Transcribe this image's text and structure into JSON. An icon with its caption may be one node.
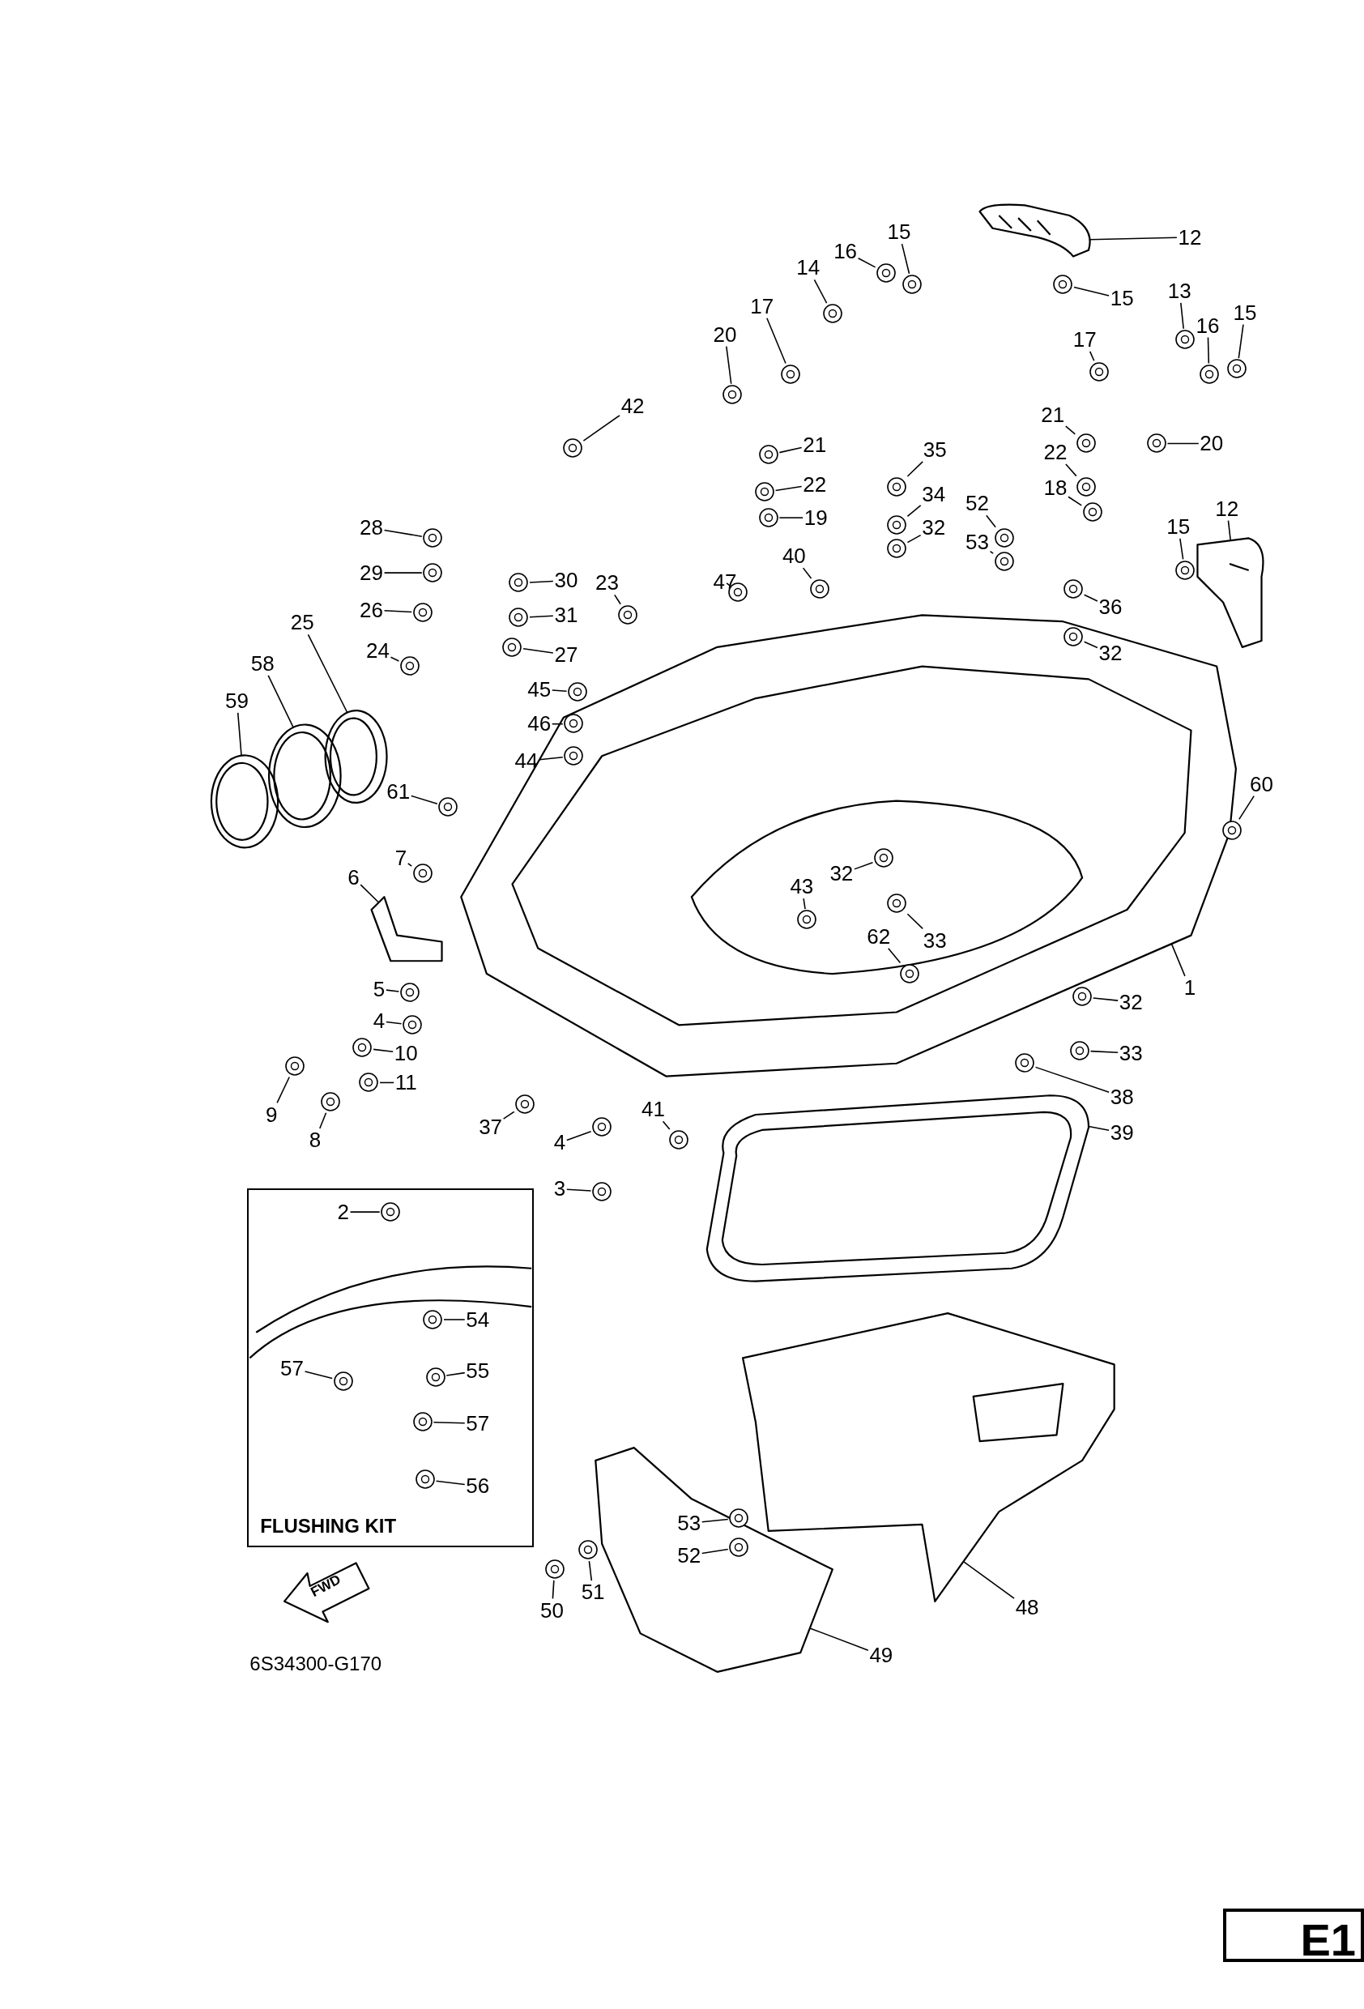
{
  "diagram": {
    "nodes": [
      {
        "text": [
          "12"
        ]
      },
      {
        "text": [
          "15"
        ]
      },
      {
        "text": [
          "16"
        ]
      },
      {
        "text": [
          "14"
        ]
      },
      {
        "text": [
          "17"
        ]
      },
      {
        "text": [
          "20"
        ]
      },
      {
        "text": [
          "15"
        ]
      },
      {
        "text": [
          "13"
        ]
      },
      {
        "text": [
          "16"
        ]
      },
      {
        "text": [
          "15"
        ]
      },
      {
        "text": [
          "17"
        ]
      },
      {
        "text": [
          "21"
        ]
      },
      {
        "text": [
          "20"
        ]
      },
      {
        "text": [
          "22"
        ]
      },
      {
        "text": [
          "18"
        ]
      },
      {
        "text": [
          "12"
        ]
      },
      {
        "text": [
          "15"
        ]
      },
      {
        "text": [
          "42"
        ]
      },
      {
        "text": [
          "21"
        ]
      },
      {
        "text": [
          "22"
        ]
      },
      {
        "text": [
          "19"
        ]
      },
      {
        "text": [
          "35"
        ]
      },
      {
        "text": [
          "34"
        ]
      },
      {
        "text": [
          "32"
        ]
      },
      {
        "text": [
          "52"
        ]
      },
      {
        "text": [
          "53"
        ]
      },
      {
        "text": [
          "40"
        ]
      },
      {
        "text": [
          "47"
        ]
      },
      {
        "text": [
          "23"
        ]
      },
      {
        "text": [
          "28"
        ]
      },
      {
        "text": [
          "29"
        ]
      },
      {
        "text": [
          "30"
        ]
      },
      {
        "text": [
          "31"
        ]
      },
      {
        "text": [
          "26"
        ]
      },
      {
        "text": [
          "27"
        ]
      },
      {
        "text": [
          "25"
        ]
      },
      {
        "text": [
          "24"
        ]
      },
      {
        "text": [
          "58"
        ]
      },
      {
        "text": [
          "59"
        ]
      },
      {
        "text": [
          "45"
        ]
      },
      {
        "text": [
          "46"
        ]
      },
      {
        "text": [
          "44"
        ]
      },
      {
        "text": [
          "36"
        ]
      },
      {
        "text": [
          "32"
        ],
        "in": 139
      },
      {
        "text": [
          "61"
        ]
      },
      {
        "text": [
          "60"
        ]
      },
      {
        "text": [
          "6"
        ]
      },
      {
        "text": [
          "7"
        ]
      },
      {
        "text": [
          "5"
        ]
      },
      {
        "text": [
          "4"
        ]
      },
      {
        "text": [
          "10"
        ]
      },
      {
        "text": [
          "11"
        ]
      },
      {
        "text": [
          "9"
        ]
      },
      {
        "text": [
          "8"
        ]
      },
      {
        "text": [
          "43"
        ],
        "in": 139
      },
      {
        "text": [
          "62"
        ],
        "in": 139
      },
      {
        "text": [
          "32"
        ],
        "in": 139
      },
      {
        "text": [
          "33"
        ],
        "in": 139
      },
      {
        "text": [
          "1"
        ]
      },
      {
        "text": [
          "32"
        ]
      },
      {
        "text": [
          "33"
        ]
      },
      {
        "text": [
          "38"
        ]
      },
      {
        "text": [
          "39"
        ]
      },
      {
        "text": [
          "37"
        ]
      },
      {
        "text": [
          "4"
        ]
      },
      {
        "text": [
          "41"
        ]
      },
      {
        "text": [
          "3"
        ]
      },
      {
        "text": [
          "FLUSHING KIT"
        ]
      },
      {
        "text": [
          "2"
        ],
        "in": 67
      },
      {
        "text": [
          "54"
        ],
        "in": 67
      },
      {
        "text": [
          "57"
        ],
        "in": 67
      },
      {
        "text": [
          "55"
        ],
        "in": 67
      },
      {
        "text": [
          "57"
        ],
        "in": 67
      },
      {
        "text": [
          "56"
        ],
        "in": 67
      },
      {
        "text": [
          "53"
        ],
        "in": 159
      },
      {
        "text": [
          "52"
        ],
        "in": 159
      },
      {
        "text": [
          "50"
        ]
      },
      {
        "text": [
          "51"
        ]
      },
      {
        "text": [
          "48"
        ]
      },
      {
        "text": [
          "49"
        ]
      },
      {
        "text": [
          "E1"
        ]
      },
      {
        "text": [],
        "shape": "picture"
      },
      {
        "text": [],
        "shape": "circle"
      },
      {
        "text": [],
        "shape": "circle"
      },
      {
        "text": [],
        "shape": "circle"
      },
      {
        "text": [],
        "shape": "circle"
      },
      {
        "text": [],
        "shape": "circle"
      },
      {
        "text": [],
        "shape": "circle"
      },
      {
        "text": [],
        "shape": "circle"
      },
      {
        "text": [],
        "shape": "circle"
      },
      {
        "text": [],
        "shape": "circle"
      },
      {
        "text": [],
        "shape": "circle"
      },
      {
        "text": [],
        "shape": "circle"
      },
      {
        "text": [],
        "shape": "circle"
      },
      {
        "text": [],
        "shape": "circle"
      },
      {
        "text": [],
        "shape": "circle"
      },
      {
        "text": [],
        "shape": "picture"
      },
      {
        "text": [],
        "shape": "circle"
      },
      {
        "text": [],
        "shape": "circle"
      },
      {
        "text": [],
        "shape": "circle"
      },
      {
        "text": [],
        "shape": "circle"
      },
      {
        "text": [],
        "shape": "circle"
      },
      {
        "text": [],
        "shape": "circle"
      },
      {
        "text": [],
        "shape": "circle"
      },
      {
        "text": [],
        "shape": "circle"
      },
      {
        "text": [],
        "shape": "circle"
      },
      {
        "text": [],
        "shape": "circle"
      },
      {
        "text": [],
        "shape": "circle"
      },
      {
        "text": [],
        "shape": "circle"
      },
      {
        "text": [],
        "shape": "circle"
      },
      {
        "text": [],
        "shape": "circle"
      },
      {
        "text": [],
        "shape": "circle"
      },
      {
        "text": [],
        "shape": "circle"
      },
      {
        "text": [],
        "shape": "circle"
      },
      {
        "text": [],
        "shape": "circle"
      },
      {
        "text": [],
        "shape": "circle"
      },
      {
        "text": [],
        "shape": "circle"
      },
      {
        "text": [],
        "shape": "circle"
      },
      {
        "text": [],
        "shape": "circle"
      },
      {
        "text": [],
        "shape": "circle"
      },
      {
        "text": [],
        "shape": "circle"
      },
      {
        "text": [],
        "shape": "circle",
        "in": 139
      },
      {
        "text": [],
        "shape": "circle",
        "in": 139
      },
      {
        "text": [],
        "shape": "circle"
      },
      {
        "text": [],
        "shape": "circle",
        "in": 139
      },
      {
        "text": [],
        "shape": "circle"
      },
      {
        "text": [],
        "shape": "circle"
      },
      {
        "text": [],
        "shape": "picture"
      },
      {
        "text": [],
        "shape": "circle"
      },
      {
        "text": [],
        "shape": "circle"
      },
      {
        "text": [],
        "shape": "circle"
      },
      {
        "text": [],
        "shape": "circle"
      },
      {
        "text": [],
        "shape": "circle"
      },
      {
        "text": [],
        "shape": "circle"
      },
      {
        "text": [],
        "shape": "circle"
      },
      {
        "text": [],
        "shape": "circle",
        "in": 139
      },
      {
        "text": [],
        "shape": "circle",
        "in": 139
      },
      {
        "text": [],
        "shape": "circle",
        "in": 139
      },
      {
        "text": [],
        "shape": "circle",
        "in": 139
      },
      {
        "text": [],
        "shape": "picture"
      },
      {
        "text": [],
        "shape": "circle"
      },
      {
        "text": [],
        "shape": "circle"
      },
      {
        "text": [],
        "shape": "circle"
      },
      {
        "text": [],
        "shape": "picture"
      },
      {
        "text": [],
        "shape": "circle"
      },
      {
        "text": [],
        "shape": "circle"
      },
      {
        "text": [],
        "shape": "circle"
      },
      {
        "text": [],
        "shape": "circle"
      },
      {
        "text": [],
        "shape": "circle",
        "in": 67
      },
      {
        "text": [],
        "shape": "circle",
        "in": 67
      },
      {
        "text": [],
        "shape": "circle",
        "in": 67
      },
      {
        "text": [],
        "shape": "circle",
        "in": 67
      },
      {
        "text": [],
        "shape": "circle",
        "in": 67
      },
      {
        "text": [],
        "shape": "circle",
        "in": 67
      },
      {
        "text": [],
        "shape": "circle"
      },
      {
        "text": [],
        "shape": "circle",
        "in": 159
      },
      {
        "text": [],
        "shape": "circle"
      },
      {
        "text": [],
        "shape": "circle"
      },
      {
        "text": [],
        "shape": "picture"
      },
      {
        "text": [],
        "shape": "picture"
      }
    ],
    "edges": [
      {
        "from": 0,
        "to": 81,
        "arrow": "none"
      },
      {
        "from": 1,
        "to": 82,
        "arrow": "none"
      },
      {
        "from": 2,
        "to": 83,
        "arrow": "none"
      },
      {
        "from": 3,
        "to": 84,
        "arrow": "none"
      },
      {
        "from": 4,
        "to": 85,
        "arrow": "none"
      },
      {
        "from": 5,
        "to": 86,
        "arrow": "none"
      },
      {
        "from": 6,
        "to": 87,
        "arrow": "none"
      },
      {
        "from": 7,
        "to": 88,
        "arrow": "none"
      },
      {
        "from": 8,
        "to": 89,
        "arrow": "none"
      },
      {
        "from": 9,
        "to": 90,
        "arrow": "none"
      },
      {
        "from": 10,
        "to": 91,
        "arrow": "none"
      },
      {
        "from": 11,
        "to": 92,
        "arrow": "none"
      },
      {
        "from": 12,
        "to": 93,
        "arrow": "none"
      },
      {
        "from": 13,
        "to": 94,
        "arrow": "none"
      },
      {
        "from": 14,
        "to": 95,
        "arrow": "none"
      },
      {
        "from": 15,
        "to": 96,
        "arrow": "none"
      },
      {
        "from": 16,
        "to": 97,
        "arrow": "none"
      },
      {
        "from": 17,
        "to": 98,
        "arrow": "none"
      },
      {
        "from": 18,
        "to": 99,
        "arrow": "none"
      },
      {
        "from": 19,
        "to": 100,
        "arrow": "none"
      },
      {
        "from": 20,
        "to": 101,
        "arrow": "none"
      },
      {
        "from": 21,
        "to": 102,
        "arrow": "none"
      },
      {
        "from": 22,
        "to": 103,
        "arrow": "none"
      },
      {
        "from": 23,
        "to": 104,
        "arrow": "none"
      },
      {
        "from": 24,
        "to": 105,
        "arrow": "none"
      },
      {
        "from": 25,
        "to": 106,
        "arrow": "none"
      },
      {
        "from": 26,
        "to": 107,
        "arrow": "none"
      },
      {
        "from": 27,
        "to": 108,
        "arrow": "none"
      },
      {
        "from": 28,
        "to": 109,
        "arrow": "none"
      },
      {
        "from": 29,
        "to": 110,
        "arrow": "none"
      },
      {
        "from": 30,
        "to": 111,
        "arrow": "none"
      },
      {
        "from": 31,
        "to": 112,
        "arrow": "none"
      },
      {
        "from": 32,
        "to": 113,
        "arrow": "none"
      },
      {
        "from": 33,
        "to": 114,
        "arrow": "none"
      },
      {
        "from": 34,
        "to": 115,
        "arrow": "none"
      },
      {
        "from": 35,
        "to": 116,
        "arrow": "none"
      },
      {
        "from": 36,
        "to": 117,
        "arrow": "none"
      },
      {
        "from": 37,
        "to": 118,
        "arrow": "none"
      },
      {
        "from": 38,
        "to": 119,
        "arrow": "none"
      },
      {
        "from": 39,
        "to": 120,
        "arrow": "none"
      },
      {
        "from": 40,
        "to": 121,
        "arrow": "none"
      },
      {
        "from": 41,
        "to": 122,
        "arrow": "none"
      },
      {
        "from": 42,
        "to": 123,
        "arrow": "none"
      },
      {
        "from": 43,
        "to": 124,
        "arrow": "none"
      },
      {
        "from": 44,
        "to": 125,
        "arrow": "none"
      },
      {
        "from": 45,
        "to": 126,
        "arrow": "none"
      },
      {
        "from": 46,
        "to": 127,
        "arrow": "none"
      },
      {
        "from": 47,
        "to": 128,
        "arrow": "none"
      },
      {
        "from": 48,
        "to": 129,
        "arrow": "none"
      },
      {
        "from": 49,
        "to": 130,
        "arrow": "none"
      },
      {
        "from": 50,
        "to": 131,
        "arrow": "none"
      },
      {
        "from": 51,
        "to": 132,
        "arrow": "none"
      },
      {
        "from": 52,
        "to": 133,
        "arrow": "none"
      },
      {
        "from": 53,
        "to": 134,
        "arrow": "none"
      },
      {
        "from": 54,
        "to": 135,
        "arrow": "none"
      },
      {
        "from": 55,
        "to": 136,
        "arrow": "none"
      },
      {
        "from": 56,
        "to": 137,
        "arrow": "none"
      },
      {
        "from": 57,
        "to": 138,
        "arrow": "none"
      },
      {
        "from": 58,
        "to": 139,
        "arrow": "none"
      },
      {
        "from": 59,
        "to": 140,
        "arrow": "none"
      },
      {
        "from": 60,
        "to": 141,
        "arrow": "none"
      },
      {
        "from": 61,
        "to": 142,
        "arrow": "none"
      },
      {
        "from": 62,
        "to": 143,
        "arrow": "none"
      },
      {
        "from": 63,
        "to": 144,
        "arrow": "none"
      },
      {
        "from": 64,
        "to": 145,
        "arrow": "none"
      },
      {
        "from": 65,
        "to": 146,
        "arrow": "none"
      },
      {
        "from": 66,
        "to": 147,
        "arrow": "none"
      },
      {
        "from": 68,
        "to": 148,
        "arrow": "none"
      },
      {
        "from": 69,
        "to": 149,
        "arrow": "none"
      },
      {
        "from": 70,
        "to": 150,
        "arrow": "none"
      },
      {
        "from": 71,
        "to": 151,
        "arrow": "none"
      },
      {
        "from": 72,
        "to": 152,
        "arrow": "none"
      },
      {
        "from": 73,
        "to": 153,
        "arrow": "none"
      },
      {
        "from": 74,
        "to": 154,
        "arrow": "none"
      },
      {
        "from": 75,
        "to": 155,
        "arrow": "none"
      },
      {
        "from": 76,
        "to": 156,
        "arrow": "none"
      },
      {
        "from": 77,
        "to": 157,
        "arrow": "none"
      },
      {
        "from": 78,
        "to": 158,
        "arrow": "none"
      },
      {
        "from": 79,
        "to": 159,
        "arrow": "none"
      }
    ],
    "labels": [
      "FWD",
      "6S34300-G170"
    ]
  }
}
